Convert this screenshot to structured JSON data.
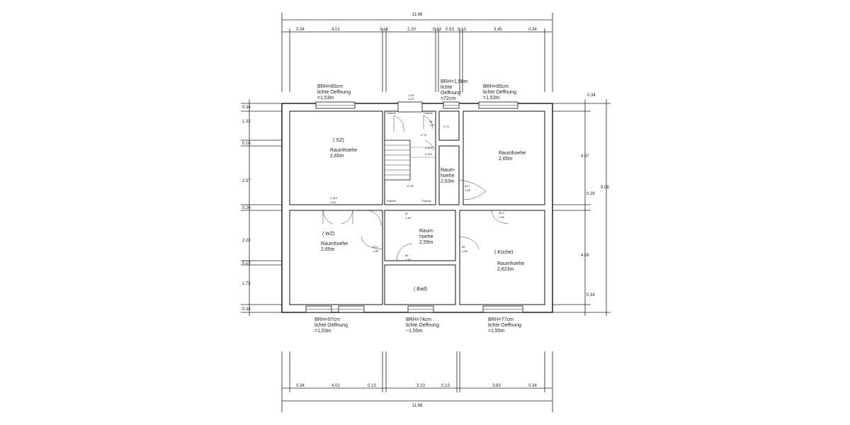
{
  "dimensions": {
    "total_top": "11.68",
    "top_segments": [
      "0.34",
      "4.01",
      "0.16",
      "2.20",
      "0.13",
      "0.93",
      "0.13",
      "3.45",
      "0.34"
    ],
    "total_bottom": "11.68",
    "bottom_segments": [
      "0.34",
      "4.01",
      "0.13",
      "3.10",
      "0.13",
      "3.63",
      "0.34"
    ],
    "left_segments": [
      "0.34",
      "1.32",
      "0.16",
      "2.57",
      "0.26",
      "2.22",
      "0.13",
      "1.73",
      "0.34"
    ],
    "right_segments": [
      "0.34",
      "4.07",
      "0.26",
      "4.08",
      "0.34"
    ],
    "right_total": "9.08"
  },
  "window_notes": {
    "top_left": [
      "BRH=85cm",
      "lichte Oeffnung",
      "=1,53m"
    ],
    "top_mid": [
      "BRH=1,58m",
      "lichte",
      "Oeffnung",
      "=72cm"
    ],
    "top_right": [
      "BRH=85cm",
      "lichte Oeffnung",
      "=1,53m"
    ],
    "bottom_left": [
      "BRH=97cm",
      "lichte Oeffnung",
      "=1,53m"
    ],
    "bottom_mid": [
      "BRH=74cm",
      "lichte Oeffnung",
      "~1,55m"
    ],
    "bottom_right": [
      "BRH=77cm",
      "lichte Oeffnung",
      "=1,55m"
    ]
  },
  "rooms": {
    "sz": {
      "name": "( SZ)",
      "height_label": "Raumhoehe",
      "height": "2,65m"
    },
    "ne": {
      "height_label": "Raumhoehe",
      "height": "2,65m"
    },
    "wz": {
      "name": "( WZ)",
      "height_label": "Raumhoehe",
      "height": "2,65m"
    },
    "kueche": {
      "name": "( Küche)",
      "height_label": "Raumhoehe",
      "height": "2,623m"
    },
    "mid": {
      "lines": [
        "Raum-",
        "hoehe",
        "2,59m"
      ]
    },
    "hall": {
      "lines": [
        "Raum-",
        "hoehe",
        "2,63m"
      ]
    },
    "bad": {
      "name": "( Bad)"
    }
  },
  "small_labels": {
    "door_top_a": "1,08",
    "door_top_b": "2,03",
    "parkett": "Parkett",
    "v064": "64",
    "v187": "1,87",
    "v072": "0,72",
    "v075": "0,75",
    "v0501": "0,501",
    "v0254": "0,254",
    "v000": "±0,00",
    "v1314": "1,314",
    "v193": "1,93",
    "v87": "87",
    "v196": "1,96",
    "v697": "69,7",
    "v198": "1,98",
    "v694": "69,4",
    "v198b": "1,98",
    "v694b": "69,4",
    "v196b": "1,96",
    "v89": "89",
    "v195": "1,95",
    "v89b": "89",
    "v189": "1,89"
  }
}
